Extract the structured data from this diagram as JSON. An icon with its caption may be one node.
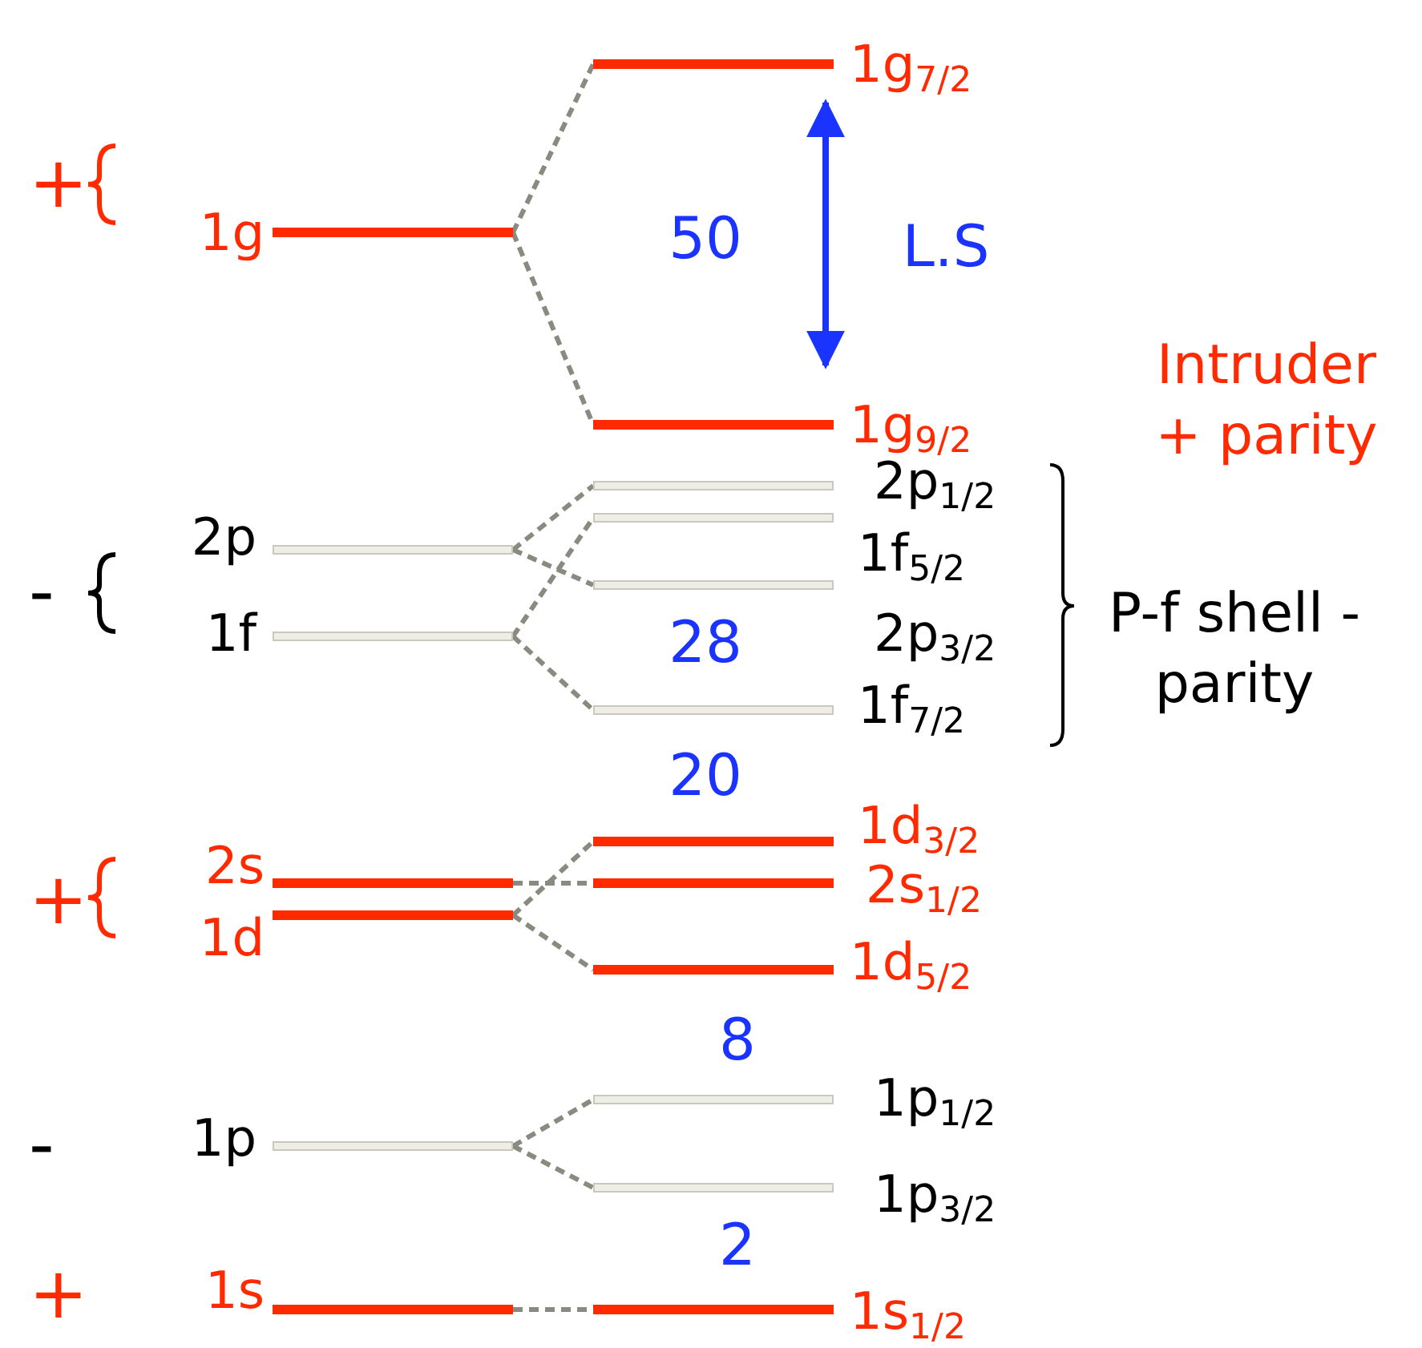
{
  "diagram": {
    "nodes": [
      {
        "text": [],
        "shape": "bar",
        "beside": [
          "1g$_{7/2}$"
        ]
      },
      {
        "text": [],
        "shape": "bar",
        "beside": [
          "1g"
        ]
      },
      {
        "text": [],
        "shape": "bar",
        "beside": [
          "1g$_{9/2}$"
        ]
      },
      {
        "text": [],
        "shape": "bar",
        "beside": [
          "2p$_{1/2}$"
        ]
      },
      {
        "text": [],
        "shape": "bar",
        "beside": [
          "2p"
        ]
      },
      {
        "text": [],
        "shape": "bar",
        "beside": [
          "1f$_{5/2}$"
        ]
      },
      {
        "text": [],
        "shape": "bar",
        "beside": [
          "2p$_{3/2}$"
        ]
      },
      {
        "text": [],
        "shape": "bar",
        "beside": [
          "1f"
        ]
      },
      {
        "text": [],
        "shape": "bar",
        "beside": [
          "1f$_{7/2}$"
        ]
      },
      {
        "text": [],
        "shape": "bar",
        "beside": [
          "1d$_{3/2}$"
        ]
      },
      {
        "text": [],
        "shape": "bar",
        "beside": [
          "2s"
        ]
      },
      {
        "text": [],
        "shape": "bar",
        "beside": [
          "2s$_{1/2}$"
        ]
      },
      {
        "text": [],
        "shape": "bar",
        "beside": [
          "1d"
        ]
      },
      {
        "text": [],
        "shape": "bar",
        "beside": [
          "1d$_{5/2}$"
        ]
      },
      {
        "text": [],
        "shape": "bar",
        "beside": [
          "1p$_{1/2}$"
        ]
      },
      {
        "text": [],
        "shape": "bar",
        "beside": [
          "1p"
        ]
      },
      {
        "text": [],
        "shape": "bar",
        "beside": [
          "1p$_{3/2}$"
        ]
      },
      {
        "text": [],
        "shape": "bar",
        "beside": [
          "1s"
        ]
      },
      {
        "text": [],
        "shape": "bar",
        "beside": [
          "1s$_{1/2}$"
        ]
      }
    ],
    "edges": [
      {
        "from": 1,
        "to": 0,
        "arrow": "none",
        "style": "dashed"
      },
      {
        "from": 1,
        "to": 2,
        "arrow": "none",
        "style": "dashed"
      },
      {
        "from": 4,
        "to": 3,
        "arrow": "none",
        "style": "dashed"
      },
      {
        "from": 4,
        "to": 6,
        "arrow": "none",
        "style": "dashed"
      },
      {
        "from": 7,
        "to": 5,
        "arrow": "none",
        "style": "dashed"
      },
      {
        "from": 7,
        "to": 8,
        "arrow": "none",
        "style": "dashed"
      },
      {
        "from": 10,
        "to": 11,
        "arrow": "none",
        "style": "dashed"
      },
      {
        "from": 12,
        "to": 9,
        "arrow": "none",
        "style": "dashed"
      },
      {
        "from": 12,
        "to": 13,
        "arrow": "none",
        "style": "dashed"
      },
      {
        "from": 15,
        "to": 14,
        "arrow": "none",
        "style": "dashed"
      },
      {
        "from": 15,
        "to": 16,
        "arrow": "none",
        "style": "dashed"
      },
      {
        "from": 17,
        "to": 18,
        "arrow": "none",
        "style": "dashed"
      }
    ],
    "labels": [
      "+",
      "50",
      "L.S",
      "Intruder + parity",
      "-",
      "28",
      "P-f shell - parity",
      "20",
      "+",
      "8",
      "-",
      "2",
      "+"
    ]
  }
}
